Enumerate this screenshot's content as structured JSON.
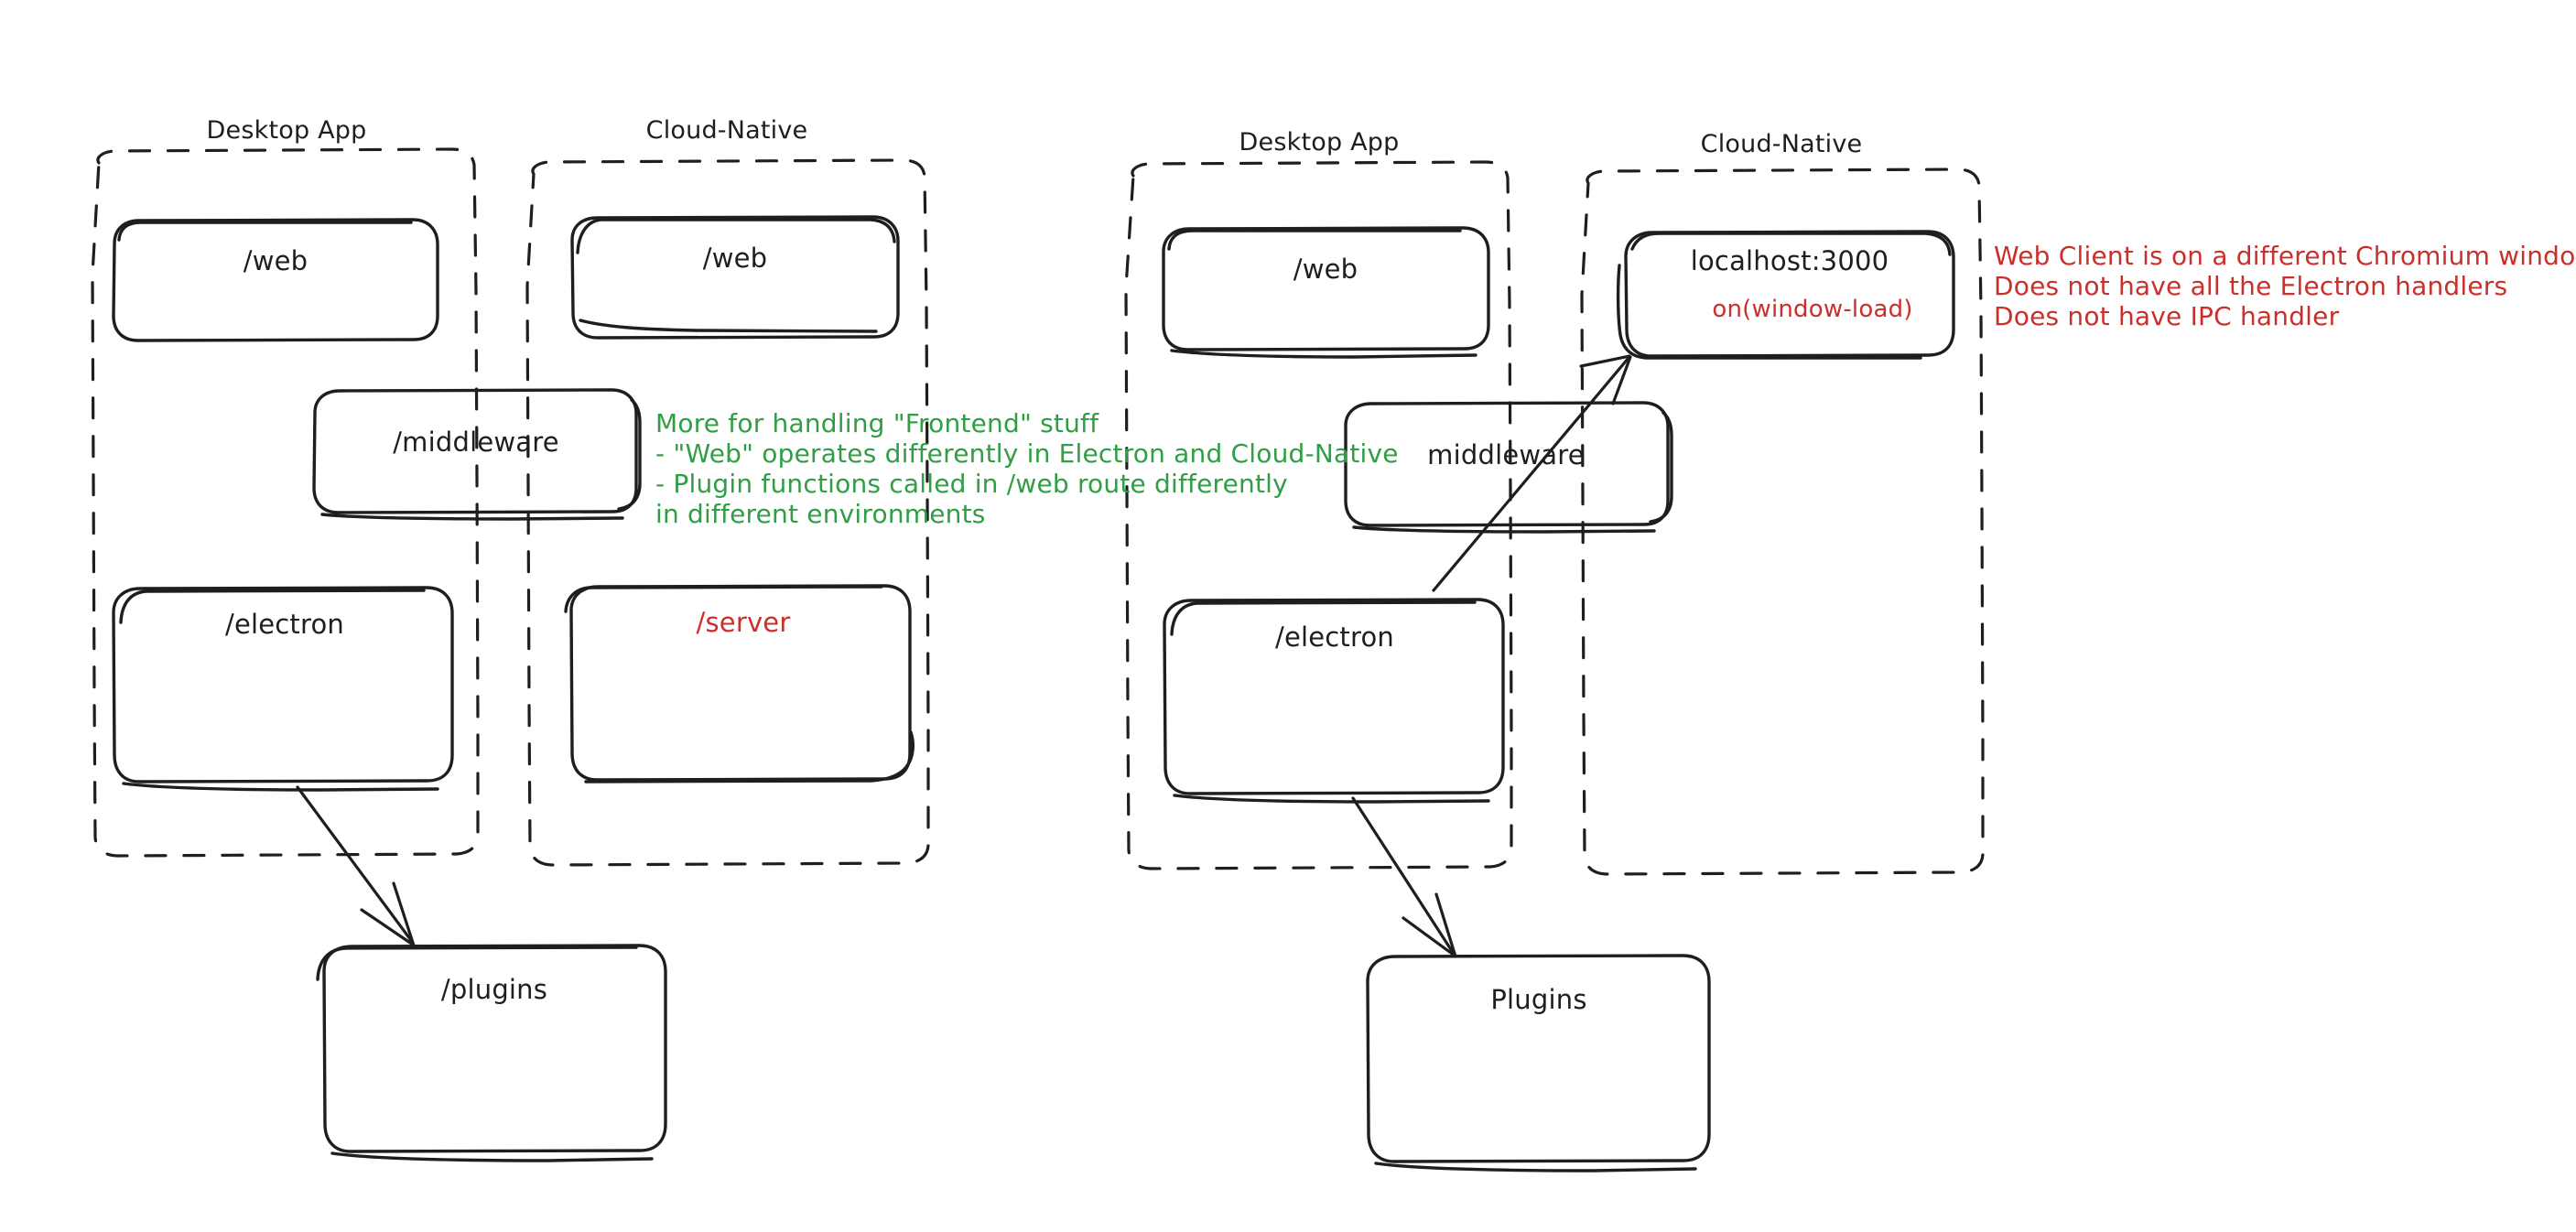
{
  "diagram": {
    "title_style": "hand-drawn sketch architecture diagram",
    "colors": {
      "stroke": "#1e1e1e",
      "green": "#2f9e44",
      "red": "#c9302c",
      "background": "#ffffff"
    },
    "panels": [
      {
        "id": "left-panel",
        "groups": [
          {
            "id": "left-desktop-app",
            "label": "Desktop App"
          },
          {
            "id": "left-cloud-native",
            "label": "Cloud-Native"
          }
        ],
        "boxes": [
          {
            "id": "left-desktop-web",
            "label": "/web",
            "color": "#1e1e1e"
          },
          {
            "id": "left-cloud-web",
            "label": "/web",
            "color": "#1e1e1e"
          },
          {
            "id": "left-middleware",
            "label": "/middleware",
            "color": "#1e1e1e"
          },
          {
            "id": "left-electron",
            "label": "/electron",
            "color": "#1e1e1e"
          },
          {
            "id": "left-server",
            "label": "/server",
            "color": "#c9302c"
          },
          {
            "id": "left-plugins",
            "label": "/plugins",
            "color": "#1e1e1e"
          }
        ]
      },
      {
        "id": "right-panel",
        "groups": [
          {
            "id": "right-desktop-app",
            "label": "Desktop App"
          },
          {
            "id": "right-cloud-native",
            "label": "Cloud-Native"
          }
        ],
        "boxes": [
          {
            "id": "right-desktop-web",
            "label": "/web",
            "color": "#1e1e1e"
          },
          {
            "id": "right-localhost",
            "label": "localhost:3000",
            "sublabel": "on(window-load)",
            "color": "#1e1e1e",
            "sublabel_color": "#c9302c"
          },
          {
            "id": "right-middleware",
            "label": "middleware",
            "color": "#1e1e1e"
          },
          {
            "id": "right-electron",
            "label": "/electron",
            "color": "#1e1e1e"
          },
          {
            "id": "right-plugins",
            "label": "Plugins",
            "color": "#1e1e1e"
          }
        ]
      }
    ],
    "annotations": [
      {
        "id": "green-note",
        "color": "#2f9e44",
        "lines": [
          "More for handling \"Frontend\" stuff",
          "- \"Web\" operates differently in Electron and Cloud-Native",
          "- Plugin functions called in /web route differently",
          "in different environments"
        ],
        "text": "More for handling \"Frontend\" stuff\n- \"Web\" operates differently in Electron and Cloud-Native\n- Plugin functions called in /web route differently\nin different environments"
      },
      {
        "id": "red-note",
        "color": "#c9302c",
        "lines": [
          "Web Client is on a different Chromium window",
          "Does not have all the Electron handlers",
          "Does not have IPC handler"
        ],
        "text": "Web Client is on a different Chromium window\nDoes not have all the Electron handlers\nDoes not have IPC handler"
      }
    ],
    "arrows": [
      {
        "id": "left-electron-to-plugins",
        "from": "left-electron",
        "to": "left-plugins"
      },
      {
        "id": "right-electron-to-plugins",
        "from": "right-electron",
        "to": "right-plugins"
      },
      {
        "id": "right-electron-to-localhost",
        "from": "right-electron",
        "to": "right-localhost"
      }
    ]
  }
}
